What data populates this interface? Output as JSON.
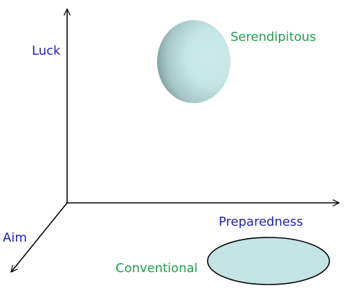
{
  "axes": {
    "vertical_label": "Luck",
    "horizontal_label": "Preparedness",
    "depth_label": "Aim"
  },
  "regions": {
    "top": "Serendipitous",
    "bottom": "Conventional"
  },
  "colors": {
    "axis_line": "#000000",
    "axis_label": "#2020c0",
    "region_label": "#20a050",
    "sphere_light": "#c6e6e6",
    "sphere_shadow": "#7f9d9d",
    "disc_fill": "#c4e3e3",
    "disc_outline": "#000000"
  }
}
